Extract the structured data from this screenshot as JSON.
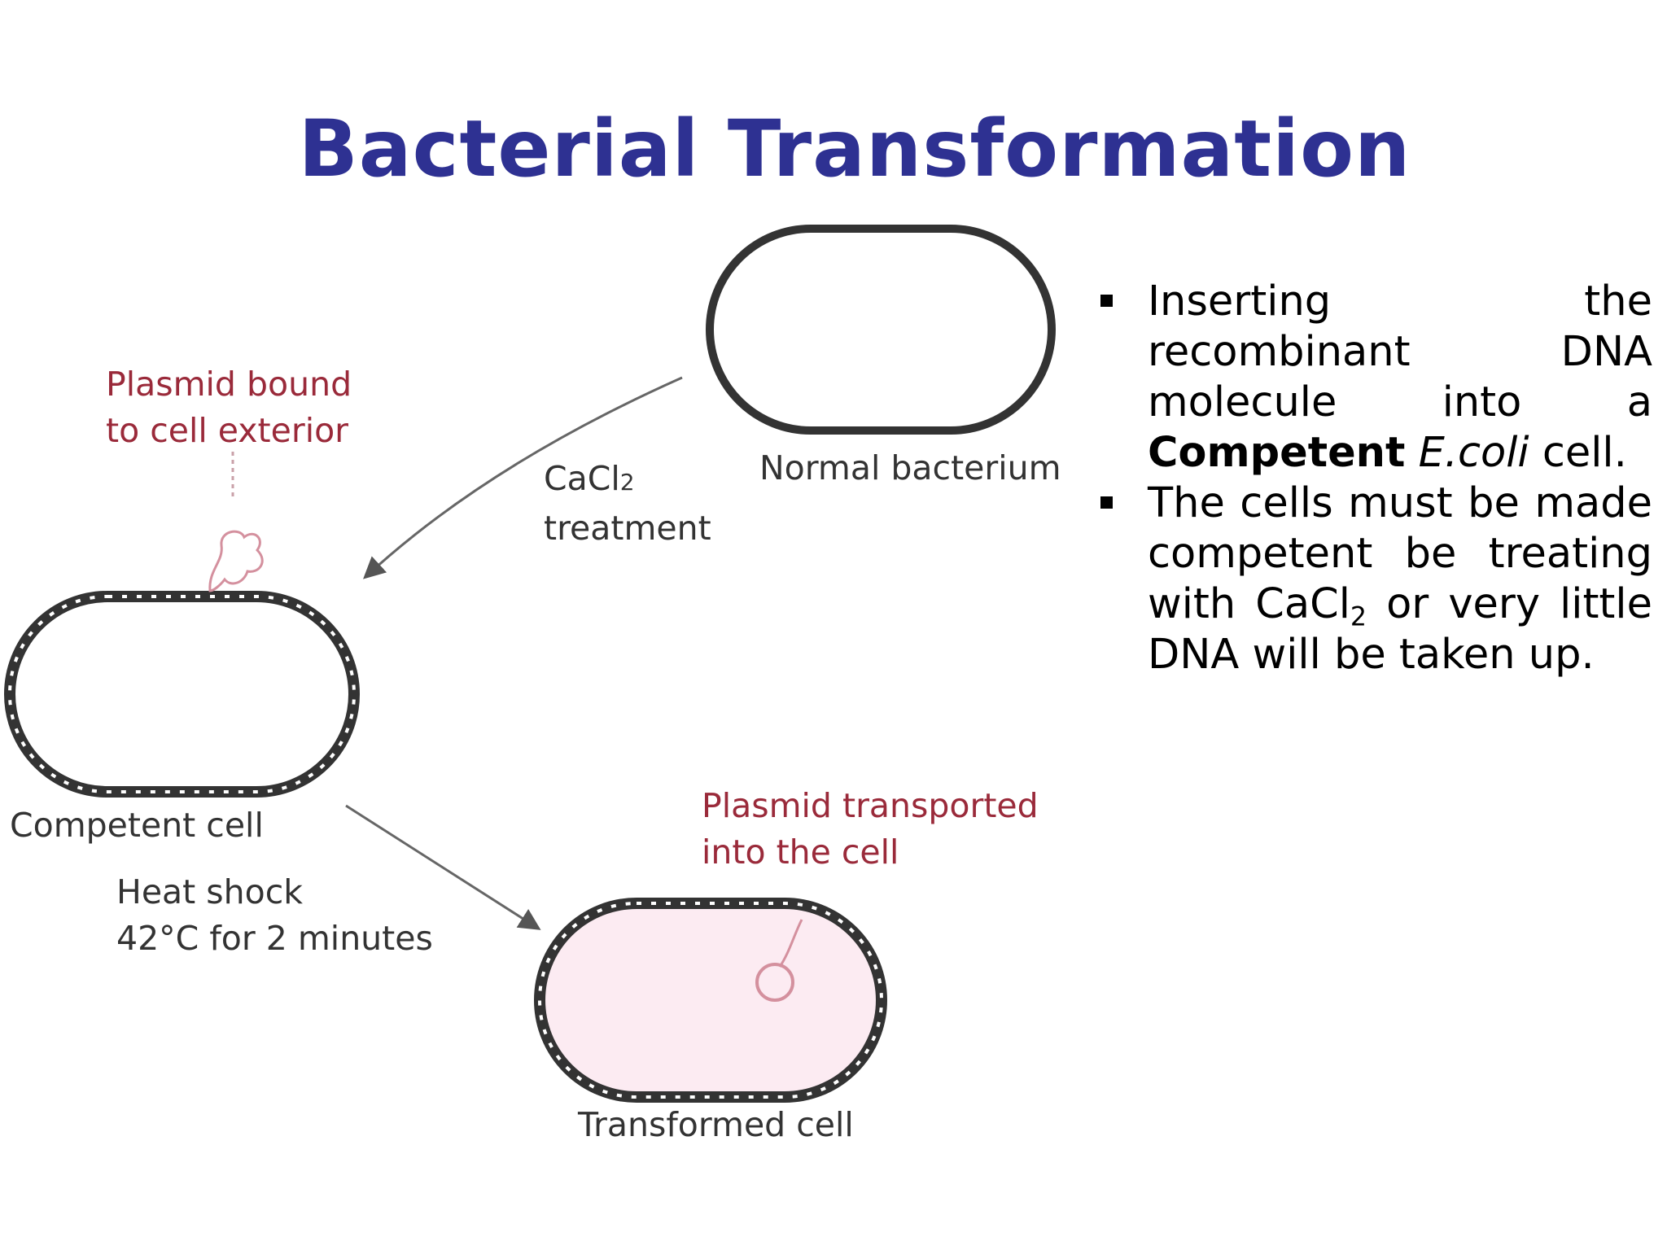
{
  "title": "Bacterial Transformation",
  "diagram": {
    "labels": {
      "plasmid_bound_line1": "Plasmid bound",
      "plasmid_bound_line2": "to cell exterior",
      "cacl2_prefix": "CaCl",
      "cacl2_subscript": "2",
      "cacl2_line2": "treatment",
      "normal_bacterium": "Normal bacterium",
      "competent_cell": "Competent cell",
      "heat_shock_line1": "Heat shock",
      "heat_shock_line2": "42°C for 2 minutes",
      "plasmid_transported_line1": "Plasmid transported",
      "plasmid_transported_line2": "into the cell",
      "transformed_cell": "Transformed cell"
    }
  },
  "bullets": [
    {
      "part1": "Inserting the recombinant DNA molecule into a ",
      "bold": "Competent",
      "space": " ",
      "italic": "E.coli",
      "part2": " cell."
    },
    {
      "part1": "The cells must be made competent be treating with CaCl",
      "sub": "2",
      "part2": " or very little DNA will be taken up."
    }
  ],
  "colors": {
    "title": "#2e3192",
    "label_red": "#9a2a3a",
    "membrane": "#333333",
    "cell_fill": "#fcebf2"
  }
}
